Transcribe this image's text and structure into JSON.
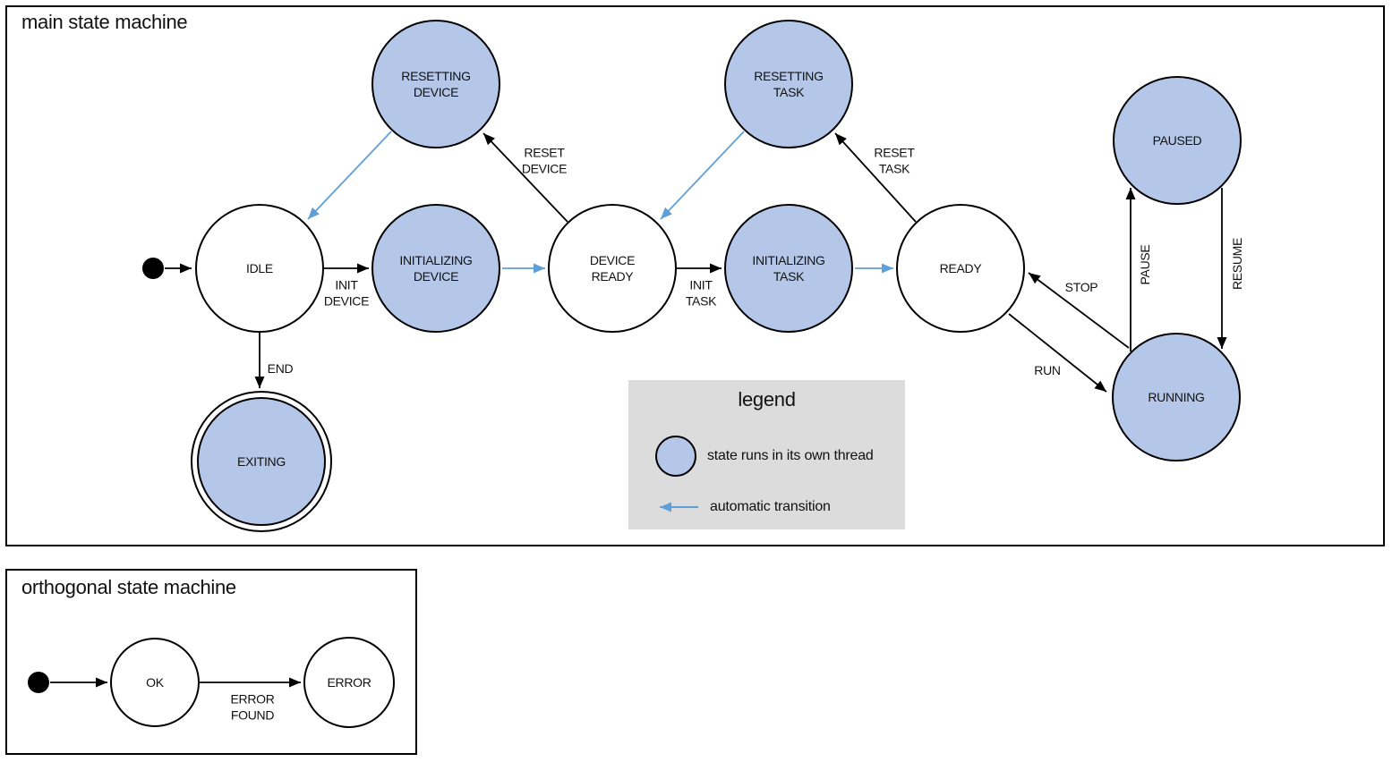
{
  "colors": {
    "thread_state_fill": "#b5c7e8",
    "auto_transition_blue": "#5f9fd8",
    "legend_background": "#dcdcdc",
    "outline": "#000000"
  },
  "main_machine": {
    "title": "main state machine",
    "states": {
      "idle": "IDLE",
      "initializing_device": "INITIALIZING\nDEVICE",
      "device_ready": "DEVICE\nREADY",
      "initializing_task": "INITIALIZING\nTASK",
      "ready": "READY",
      "resetting_device": "RESETTING\nDEVICE",
      "resetting_task": "RESETTING\nTASK",
      "paused": "PAUSED",
      "running": "RUNNING",
      "exiting": "EXITING"
    },
    "transitions": {
      "init_device": "INIT\nDEVICE",
      "init_task": "INIT\nTASK",
      "reset_device": "RESET\nDEVICE",
      "reset_task": "RESET\nTASK",
      "stop": "STOP",
      "run": "RUN",
      "pause": "PAUSE",
      "resume": "RESUME",
      "end": "END"
    }
  },
  "legend": {
    "title": "legend",
    "thread_item": "state runs in its own thread",
    "auto_item": "automatic transition"
  },
  "orthogonal_machine": {
    "title": "orthogonal state machine",
    "states": {
      "ok": "OK",
      "error": "ERROR"
    },
    "transitions": {
      "error_found": "ERROR\nFOUND"
    }
  }
}
